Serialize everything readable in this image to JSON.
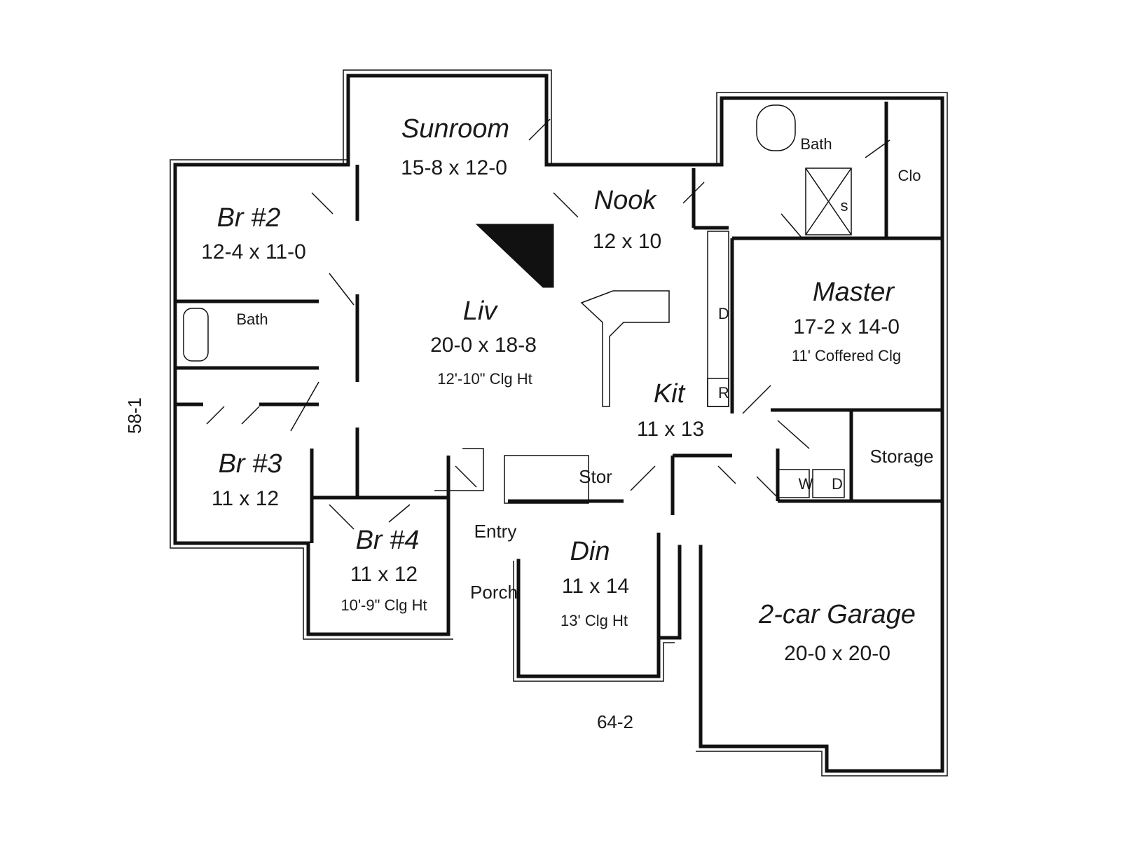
{
  "plan": {
    "rooms": {
      "sunroom": {
        "name": "Sunroom",
        "dims": "15-8 x 12-0"
      },
      "nook": {
        "name": "Nook",
        "dims": "12 x 10"
      },
      "br2": {
        "name": "Br #2",
        "dims": "12-4 x 11-0"
      },
      "bath_hall": {
        "name": "Bath"
      },
      "bath_master": {
        "name": "Bath"
      },
      "clo": {
        "name": "Clo"
      },
      "liv": {
        "name": "Liv",
        "dims": "20-0 x 18-8",
        "note": "12'-10\" Clg Ht"
      },
      "master": {
        "name": "Master",
        "dims": "17-2 x 14-0",
        "note": "11' Coffered Clg"
      },
      "kit": {
        "name": "Kit",
        "dims": "11 x 13"
      },
      "br3": {
        "name": "Br #3",
        "dims": "11 x 12"
      },
      "stor": {
        "name": "Stor"
      },
      "storage": {
        "name": "Storage"
      },
      "br4": {
        "name": "Br #4",
        "dims": "11 x 12",
        "note": "10'-9\"  Clg Ht"
      },
      "entry": {
        "name": "Entry"
      },
      "din": {
        "name": "Din",
        "dims": "11 x 14",
        "note": "13' Clg Ht"
      },
      "porch": {
        "name": "Porch"
      },
      "garage": {
        "name": "2-car Garage",
        "dims": "20-0 x 20-0"
      }
    },
    "fixtures": {
      "dishwasher": "D",
      "refrigerator": "R",
      "washer": "W",
      "dryer": "D",
      "shower": "s"
    },
    "overall": {
      "width": "64-2",
      "depth": "58-1"
    }
  }
}
